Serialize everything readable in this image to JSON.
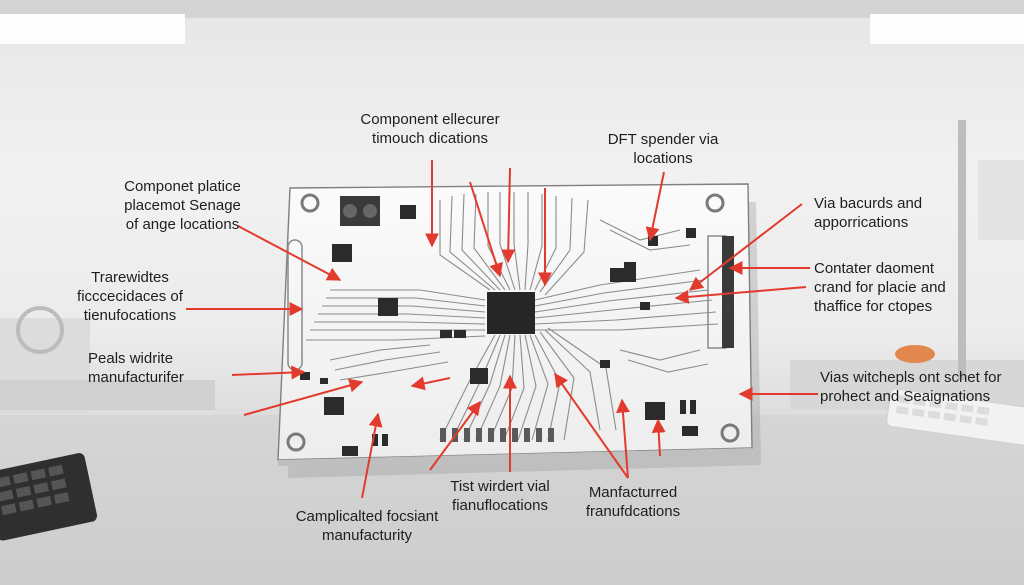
{
  "colors": {
    "annotation": "#e23b2e",
    "board": "#f7f7f7",
    "trace": "#8a8a8a",
    "chip": "#2a2a2a"
  },
  "labels": {
    "component_ellecurer": "Component ellecurer\ntimouch dications",
    "component_placement": "Componet platice\nplacemot Senage\nof ange locations",
    "tracewidths": "Trarewidtes\nficccecidaces of\ntienufocations",
    "peals": "Peals widrite\nmanufacturifer",
    "dft_spender": "DFT spender via\nlocations",
    "via_backurds": "Via bacurds and\napporrications",
    "container": "Contater daoment\ncrand for placie and\nthaffice for ctopes",
    "vias_witchels": "Vias witchepls ont schet for\nprohect and Seaignations",
    "test_wirdert": "Tist wirdert vial\nfianuflocations",
    "manfacturred": "Manfacturred\nfranufdcations",
    "complicated": "Camplicalted focsiant\nmanufacturity"
  }
}
